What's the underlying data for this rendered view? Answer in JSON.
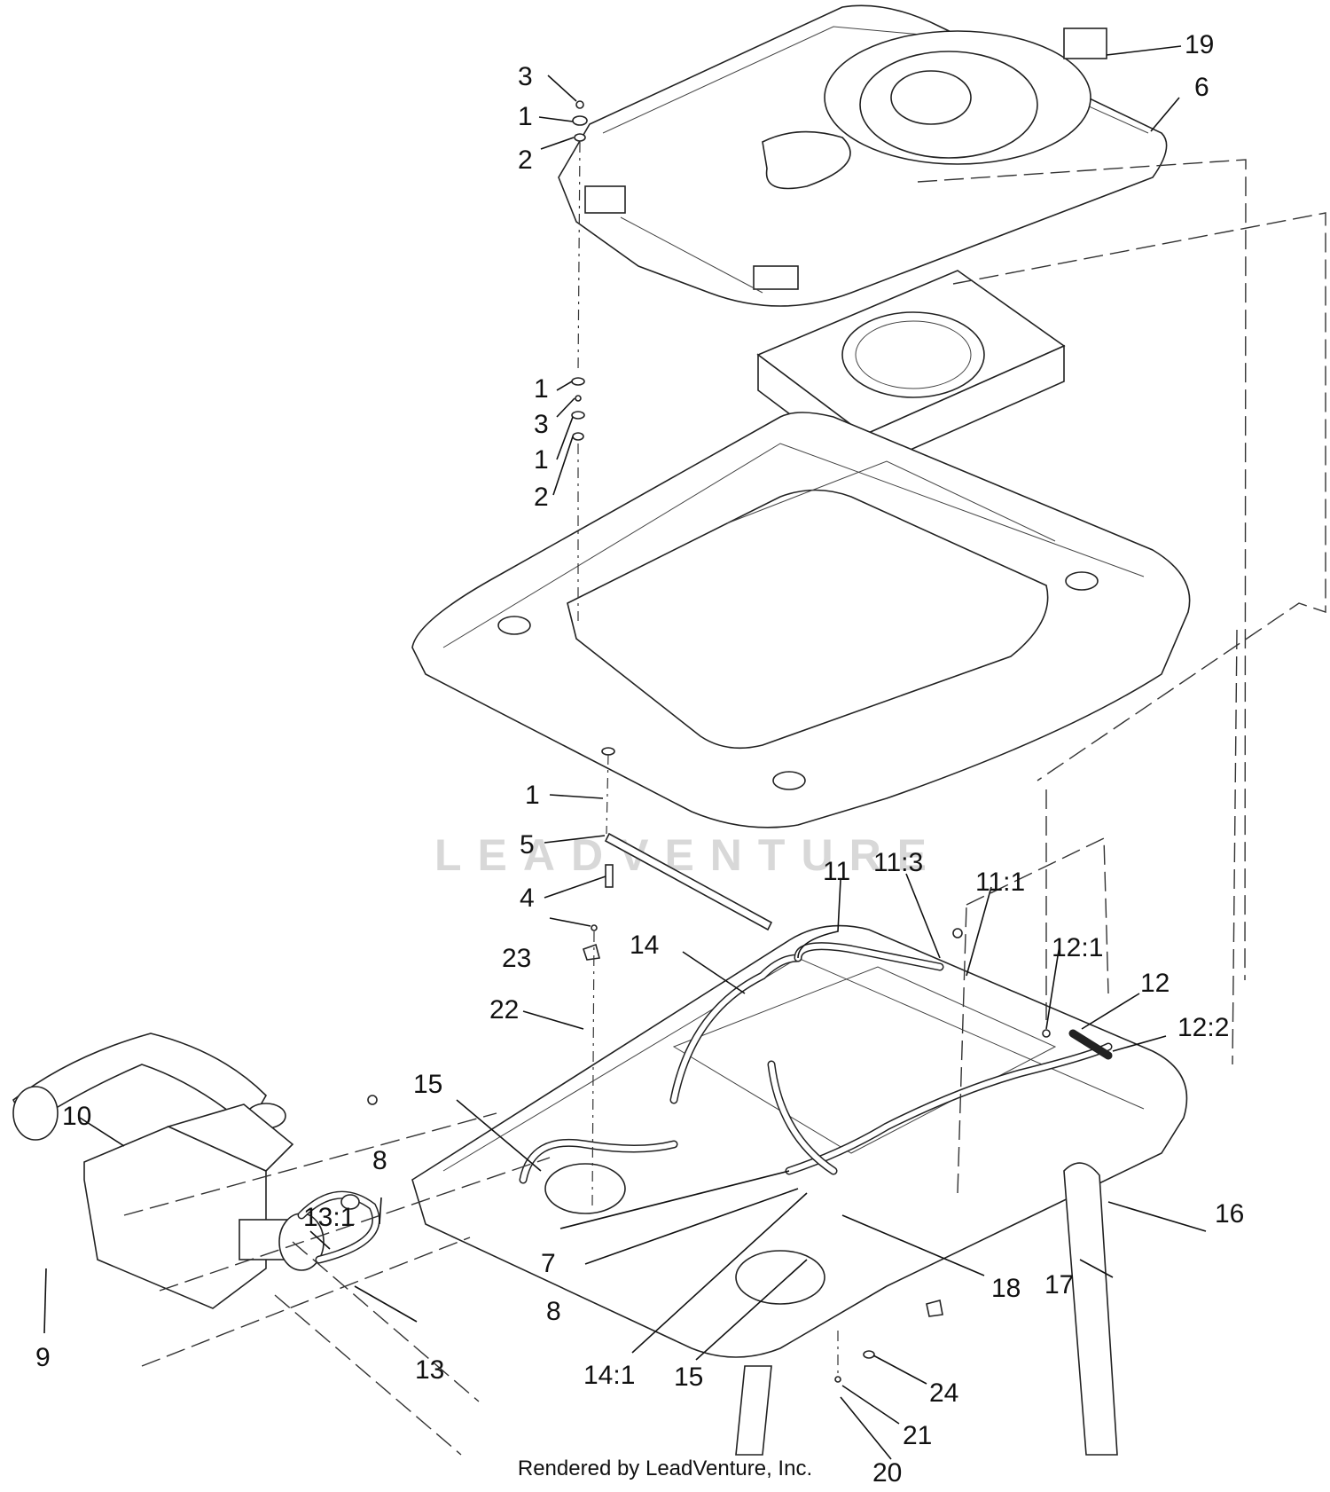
{
  "diagram": {
    "watermark_text": "LEADVENTURE",
    "footer_text": "Rendered by LeadVenture, Inc.",
    "callouts": [
      {
        "label": "19"
      },
      {
        "label": "6"
      },
      {
        "label": "3"
      },
      {
        "label": "1"
      },
      {
        "label": "2"
      },
      {
        "label": "1"
      },
      {
        "label": "3"
      },
      {
        "label": "1"
      },
      {
        "label": "2"
      },
      {
        "label": "1"
      },
      {
        "label": "5"
      },
      {
        "label": "4"
      },
      {
        "label": "11"
      },
      {
        "label": "11:3"
      },
      {
        "label": "11:1"
      },
      {
        "label": "12:1"
      },
      {
        "label": "12"
      },
      {
        "label": "12:2"
      },
      {
        "label": "14"
      },
      {
        "label": "23"
      },
      {
        "label": "22"
      },
      {
        "label": "15"
      },
      {
        "label": "10"
      },
      {
        "label": "8"
      },
      {
        "label": "13:1"
      },
      {
        "label": "9"
      },
      {
        "label": "13"
      },
      {
        "label": "7"
      },
      {
        "label": "8"
      },
      {
        "label": "14:1"
      },
      {
        "label": "15"
      },
      {
        "label": "18"
      },
      {
        "label": "16"
      },
      {
        "label": "17"
      },
      {
        "label": "24"
      },
      {
        "label": "21"
      },
      {
        "label": "20"
      }
    ]
  }
}
